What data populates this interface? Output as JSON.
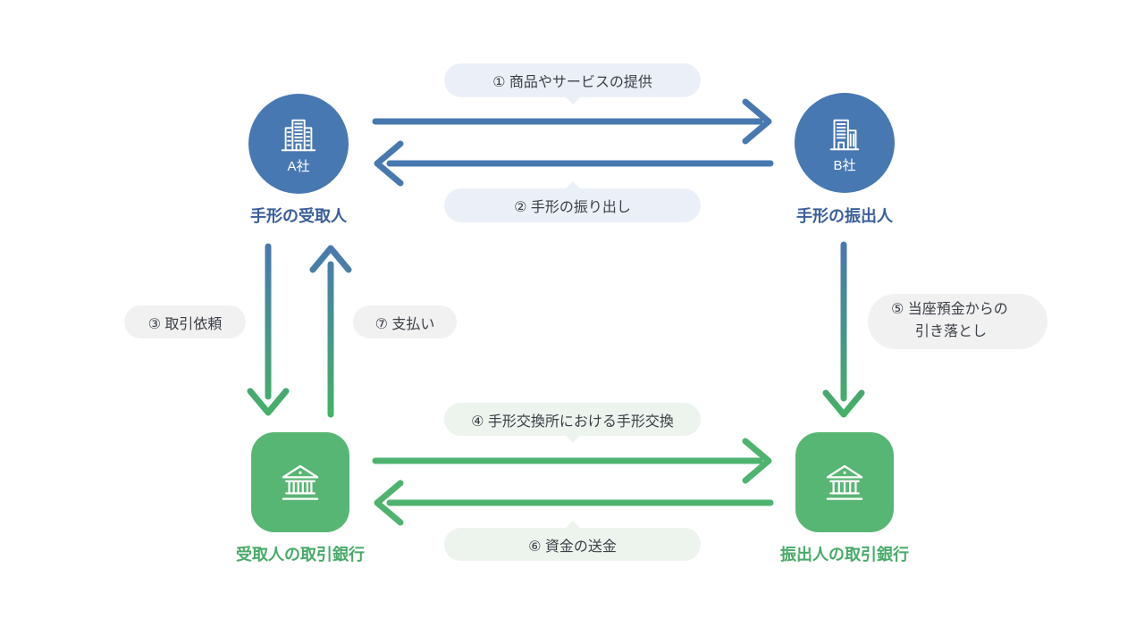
{
  "palette": {
    "node_blue": "#4878b2",
    "node_blue_label": "#3a5f9b",
    "arrow_blue": "#4878b0",
    "node_green": "#58b674",
    "node_green_label": "#49aa69",
    "arrow_green": "#4fb370",
    "bubble_blue_bg": "#ebf0f8",
    "bubble_gray_bg": "#f1f1f2",
    "bubble_green_bg": "#edf4ee",
    "bubble_text": "#3b4046"
  },
  "nodes": {
    "company_a": {
      "badge": "A社",
      "label": "手形の受取人"
    },
    "company_b": {
      "badge": "B社",
      "label": "手形の振出人"
    },
    "bank_receiver": {
      "label": "受取人の取引銀行"
    },
    "bank_drawer": {
      "label": "振出人の取引銀行"
    }
  },
  "steps": {
    "s1": "① 商品やサービスの提供",
    "s2": "② 手形の振り出し",
    "s3": "③ 取引依頼",
    "s4": "④ 手形交換所における手形交換",
    "s5_line1": "⑤ 当座預金からの",
    "s5_line2": "引き落とし",
    "s6": "⑥ 資金の送金",
    "s7": "⑦ 支払い"
  },
  "icons": {
    "company": "office-building-icon",
    "bank": "bank-building-icon"
  }
}
